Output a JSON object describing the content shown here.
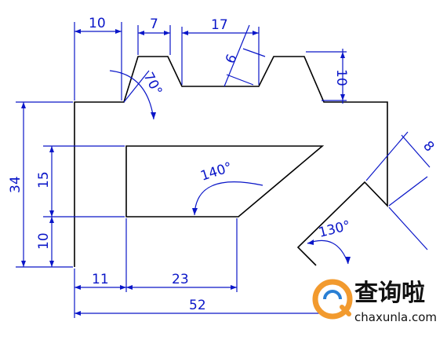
{
  "dimensions": {
    "top_left_10": "10",
    "top_7": "7",
    "top_17": "17",
    "slant_6": "6",
    "right_10": "10",
    "angle_70": "70°",
    "angle_140": "140°",
    "left_34": "34",
    "left_15": "15",
    "left_10": "10",
    "bottom_11": "11",
    "bottom_23": "23",
    "bottom_52": "52",
    "slant_8": "8",
    "angle_130": "130°"
  },
  "watermark": {
    "brand_cn": "查询啦",
    "domain": "chaxunla.com"
  },
  "colors": {
    "dimension": "#0a16c8",
    "outline": "#000000",
    "watermark_orange": "#f29a2e",
    "watermark_blue": "#2a7fd4"
  }
}
